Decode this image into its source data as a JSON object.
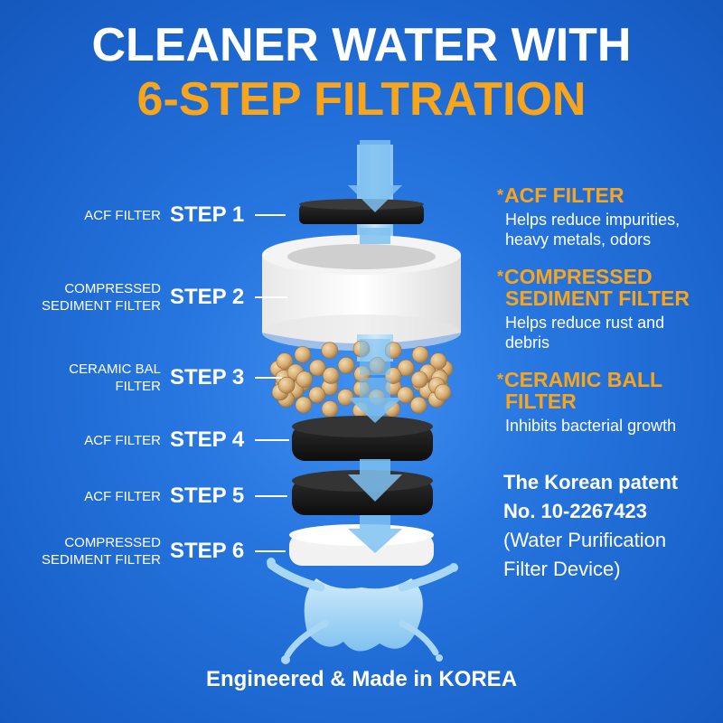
{
  "header": {
    "line1": "CLEANER WATER WITH",
    "line2": "6-STEP FILTRATION"
  },
  "steps": [
    {
      "desc_lines": [
        "ACF FILTER"
      ],
      "label": "STEP 1"
    },
    {
      "desc_lines": [
        "COMPRESSED",
        "SEDIMENT FILTER"
      ],
      "label": "STEP 2"
    },
    {
      "desc_lines": [
        "CERAMIC BAL",
        "FILTER"
      ],
      "label": "STEP 3"
    },
    {
      "desc_lines": [
        "ACF FILTER"
      ],
      "label": "STEP 4"
    },
    {
      "desc_lines": [
        "ACF FILTER"
      ],
      "label": "STEP 5"
    },
    {
      "desc_lines": [
        "COMPRESSED",
        "SEDIMENT FILTER"
      ],
      "label": "STEP 6"
    }
  ],
  "info": [
    {
      "title_lines": [
        "ACF FILTER"
      ],
      "body_lines": [
        "Helps reduce impurities,",
        "heavy metals, odors"
      ]
    },
    {
      "title_lines": [
        "COMPRESSED",
        "SEDIMENT FILTER"
      ],
      "body_lines": [
        "Helps reduce rust and",
        "debris"
      ]
    },
    {
      "title_lines": [
        "CERAMIC BALL",
        "FILTER"
      ],
      "body_lines": [
        "Inhibits bacterial growth"
      ]
    }
  ],
  "info_marker": "*",
  "patent": {
    "line1": "The Korean patent",
    "line2": "No. 10-2267423",
    "line3": "(Water Purification",
    "line4": "Filter Device)"
  },
  "footer": "Engineered & Made in KOREA",
  "colors": {
    "background": "#1f6fd8",
    "accent": "#f9a51c",
    "text": "#ffffff"
  },
  "icons": {
    "flow_arrow": "water-flow-arrow-icon",
    "splash": "water-splash-icon"
  }
}
